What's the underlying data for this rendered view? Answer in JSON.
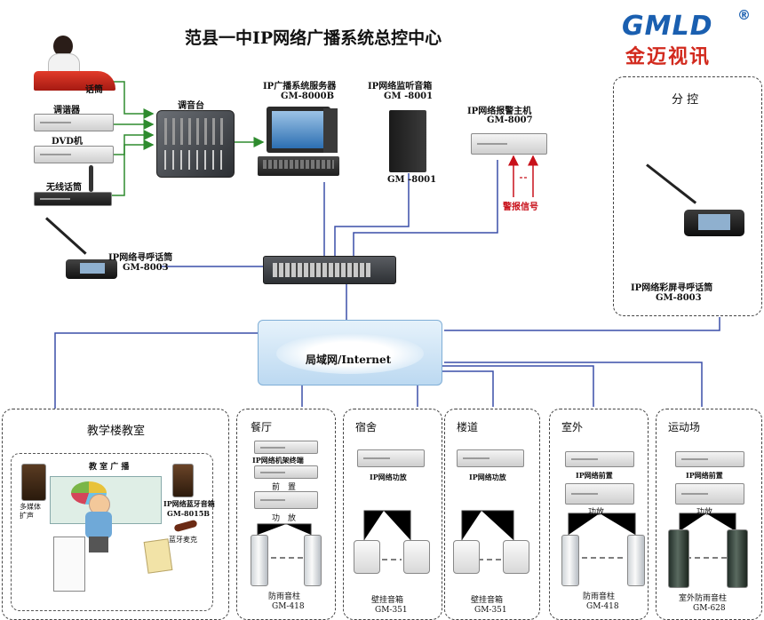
{
  "title": "范县一中IP网络广播系统总控中心",
  "logo": {
    "text": "GMLD",
    "registered": "®",
    "cn": "金迈视讯"
  },
  "colors": {
    "title": "#111111",
    "logo_blue": "#1a5fb0",
    "logo_red": "#d22a1e",
    "alarm_red": "#c8101a",
    "cloud": "#cfe5f7",
    "line_green": "#2e8b2e",
    "line_blue": "#3a4fa8"
  },
  "control_room": {
    "mic": "话筒",
    "tuner": "调谐器",
    "dvd": "DVD机",
    "wireless_mic": "无线话筒",
    "mixer": "调音台",
    "server_name": "IP广播系统服务器",
    "server_model": "GM-8000B",
    "monitor_name": "IP网络监听音箱",
    "monitor_model": "GM -8001",
    "monitor_model2": "GM -8001",
    "alarm_name": "IP网络报警主机",
    "alarm_model": "GM-8007",
    "alarm_signal": "警报信号",
    "paging_name": "IP网络寻呼话筒",
    "paging_model": "GM-8003"
  },
  "branch": {
    "title": "分 控",
    "device_name": "IP网络彩屏寻呼话筒",
    "device_model": "GM-8003"
  },
  "network": {
    "label": "局域网/Internet"
  },
  "zones": {
    "classroom": {
      "title": "教学楼教室",
      "panel_title": "教 室 广 播",
      "left_speaker": "多媒体扩声",
      "right_speaker_name": "IP网络蓝牙音箱",
      "right_speaker_model": "GM-8015B",
      "bt_mic": "蓝牙麦克"
    },
    "canteen": {
      "title": "餐厅",
      "terminal": "IP网络机架终端",
      "preamp": "前　置",
      "amp": "功　放",
      "speaker_name": "防雨音柱",
      "speaker_model": "GM-418"
    },
    "dorm": {
      "title": "宿舍",
      "amp": "IP网络功放",
      "speaker_name": "壁挂音箱",
      "speaker_model": "GM-351"
    },
    "corridor": {
      "title": "楼道",
      "amp": "IP网络功放",
      "speaker_name": "壁挂音箱",
      "speaker_model": "GM-351"
    },
    "outdoor": {
      "title": "室外",
      "preamp": "IP网络前置",
      "amp": "功放",
      "speaker_name": "防雨音柱",
      "speaker_model": "GM-418"
    },
    "sports": {
      "title": "运动场",
      "preamp": "IP网络前置",
      "amp": "功放",
      "speaker_name": "室外防雨音柱",
      "speaker_model": "GM-628"
    }
  }
}
